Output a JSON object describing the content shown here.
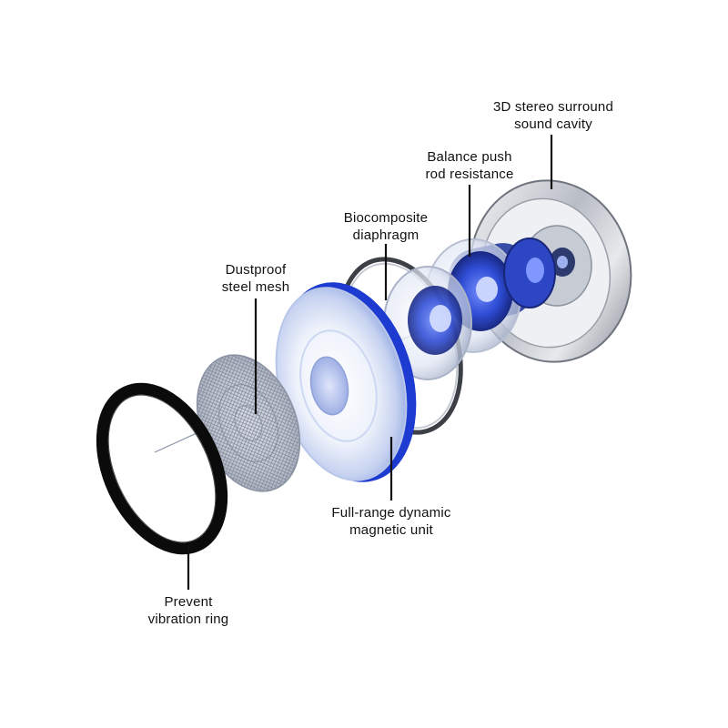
{
  "labels": {
    "vibration_ring": {
      "line1": "Prevent",
      "line2": "vibration ring"
    },
    "steel_mesh": {
      "line1": "Dustproof",
      "line2": "steel mesh"
    },
    "magnetic_unit": {
      "line1": "Full-range dynamic",
      "line2": "magnetic unit"
    },
    "diaphragm": {
      "line1": "Biocomposite",
      "line2": "diaphragm"
    },
    "push_rod": {
      "line1": "Balance push",
      "line2": "rod resistance"
    },
    "sound_cavity": {
      "line1": "3D stereo surround",
      "line2": "sound cavity"
    }
  },
  "colors": {
    "ring": "#0b0b0b",
    "mesh": "#9aa3b2",
    "accent_blue": "#1f3fd0",
    "metal": "#c9ccd2",
    "leader": "#111111"
  }
}
